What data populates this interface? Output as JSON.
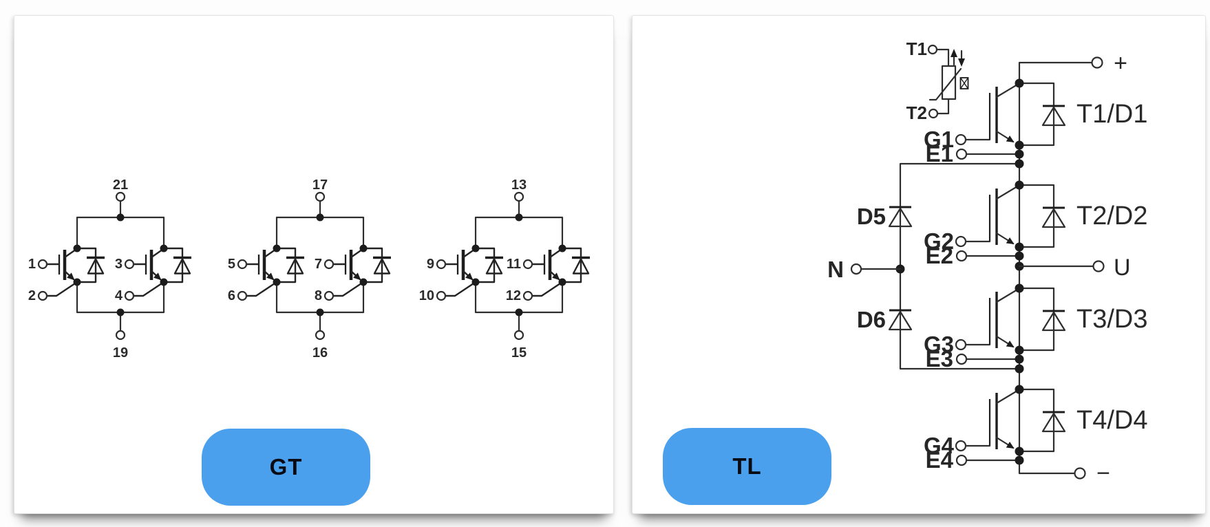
{
  "left_panel": {
    "button_label": "GT",
    "modules": [
      {
        "top_pin": "21",
        "bottom_pin": "19",
        "cells": [
          {
            "gate_pin": "1",
            "emitter_pin": "2"
          },
          {
            "gate_pin": "3",
            "emitter_pin": "4"
          }
        ]
      },
      {
        "top_pin": "17",
        "bottom_pin": "16",
        "cells": [
          {
            "gate_pin": "5",
            "emitter_pin": "6"
          },
          {
            "gate_pin": "7",
            "emitter_pin": "8"
          }
        ]
      },
      {
        "top_pin": "13",
        "bottom_pin": "15",
        "cells": [
          {
            "gate_pin": "9",
            "emitter_pin": "10"
          },
          {
            "gate_pin": "11",
            "emitter_pin": "12"
          }
        ]
      }
    ]
  },
  "right_panel": {
    "button_label": "TL",
    "thermistor": {
      "top_terminal": "T1",
      "bottom_terminal": "T2"
    },
    "dc_plus": "+",
    "dc_minus": "−",
    "ac_out": "U",
    "neutral": "N",
    "clamp_diode_upper": "D5",
    "clamp_diode_lower": "D6",
    "switches": [
      {
        "gate": "G1",
        "emitter": "E1",
        "label": "T1/D1"
      },
      {
        "gate": "G2",
        "emitter": "E2",
        "label": "T2/D2"
      },
      {
        "gate": "G3",
        "emitter": "E3",
        "label": "T3/D3"
      },
      {
        "gate": "G4",
        "emitter": "E4",
        "label": "T4/D4"
      }
    ]
  },
  "colors": {
    "accent_blue": "#4AA0ED",
    "line_dark": "#2e2e2e"
  }
}
